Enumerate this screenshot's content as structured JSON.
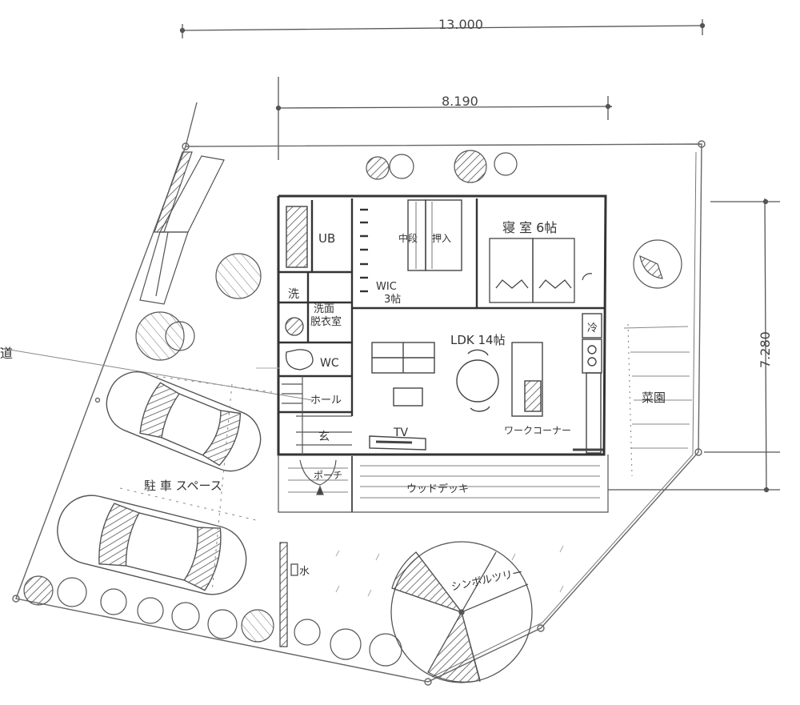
{
  "dimensions": {
    "overall_width": "13.000",
    "building_width": "8.190",
    "building_depth": "7.280"
  },
  "rooms": {
    "bath": "UB",
    "closet": "中段",
    "closet2": "押入",
    "bedroom": "寝 室 6帖",
    "wic": "WIC",
    "wic_size": "3帖",
    "wash_mark": "洗",
    "washroom": "洗面",
    "washroom2": "脱衣室",
    "fridge": "冷",
    "ldk": "LDK 14帖",
    "wc": "WC",
    "hall": "ホール",
    "entrance": "玄",
    "tv": "TV",
    "work_corner": "ワークコーナー",
    "porch": "ポーチ",
    "wood_deck": "ウッドデッキ",
    "herb_garden": "菜園",
    "parking": "駐 車 スペース",
    "water": "水",
    "symbol_tree": "シンボルツリー"
  },
  "road_mark": "道"
}
